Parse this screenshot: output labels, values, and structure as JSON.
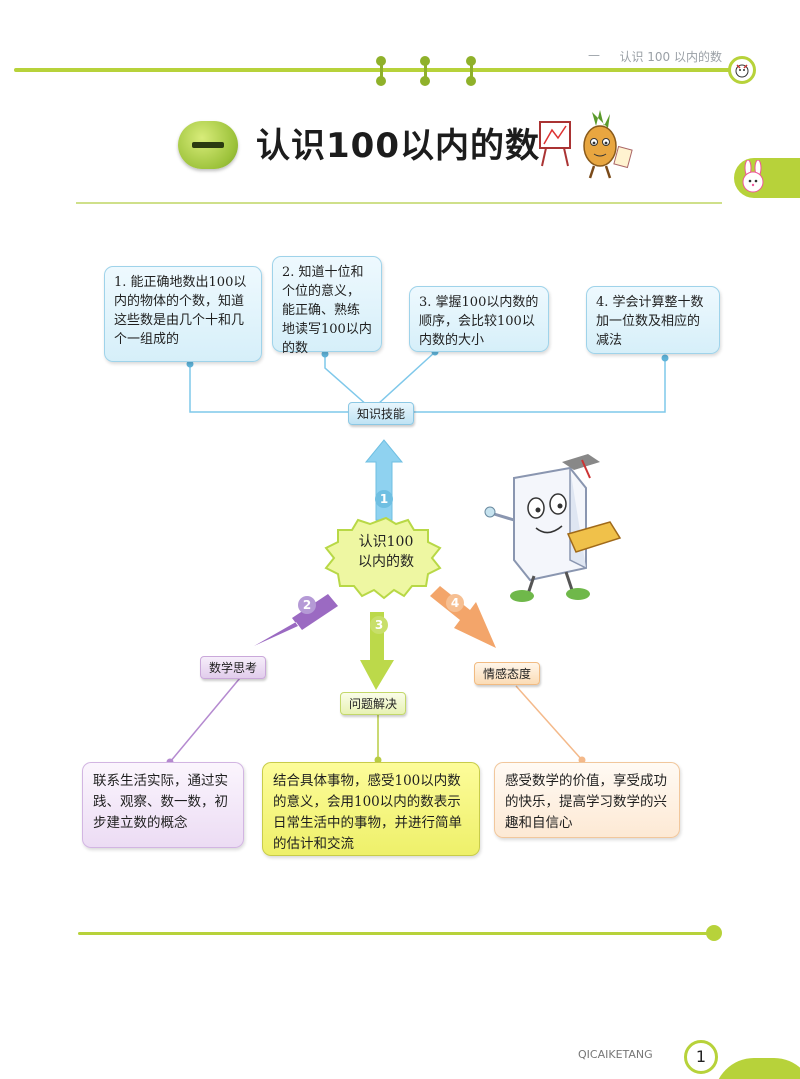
{
  "header": {
    "dash": "—",
    "chapter_label": "认识 100 以内的数"
  },
  "title": {
    "number_glyph": "一",
    "text": "认识100以内的数"
  },
  "center": {
    "line1": "认识100",
    "line2": "以内的数"
  },
  "knowledge_label": "知识技能",
  "knowledge_items": [
    {
      "num": "1",
      "text": "1. 能正确地数出100以内的物体的个数，知道这些数是由几个十和几个一组成的"
    },
    {
      "num": "2",
      "text": "2. 知道十位和个位的意义，能正确、熟练地读写100以内的数"
    },
    {
      "num": "3",
      "text": "3. 掌握100以内数的顺序，会比较100以内数的大小"
    },
    {
      "num": "4",
      "text": "4. 学会计算整十数加一位数及相应的减法"
    }
  ],
  "branches": [
    {
      "num": "1",
      "label": "知识技能",
      "color": "#7fc8ea"
    },
    {
      "num": "2",
      "label": "数学思考",
      "color": "#9b6ac2",
      "text": "联系生活实际，通过实践、观察、数一数，初步建立数的概念"
    },
    {
      "num": "3",
      "label": "问题解决",
      "color": "#b8d846",
      "text": "结合具体事物，感受100以内数的意义，会用100以内的数表示日常生活中的事物，并进行简单的估计和交流"
    },
    {
      "num": "4",
      "label": "情感态度",
      "color": "#f3a56a",
      "text": "感受数学的价值，享受成功的快乐，提高学习数学的兴趣和自信心"
    }
  ],
  "footer": {
    "brand": "QICAIKETANG",
    "page_number": "1"
  },
  "colors": {
    "accent_green": "#b7d23a",
    "blue": "#7fc8ea",
    "purple": "#9b6ac2",
    "yellow_green": "#b8d846",
    "orange": "#f3a56a"
  }
}
